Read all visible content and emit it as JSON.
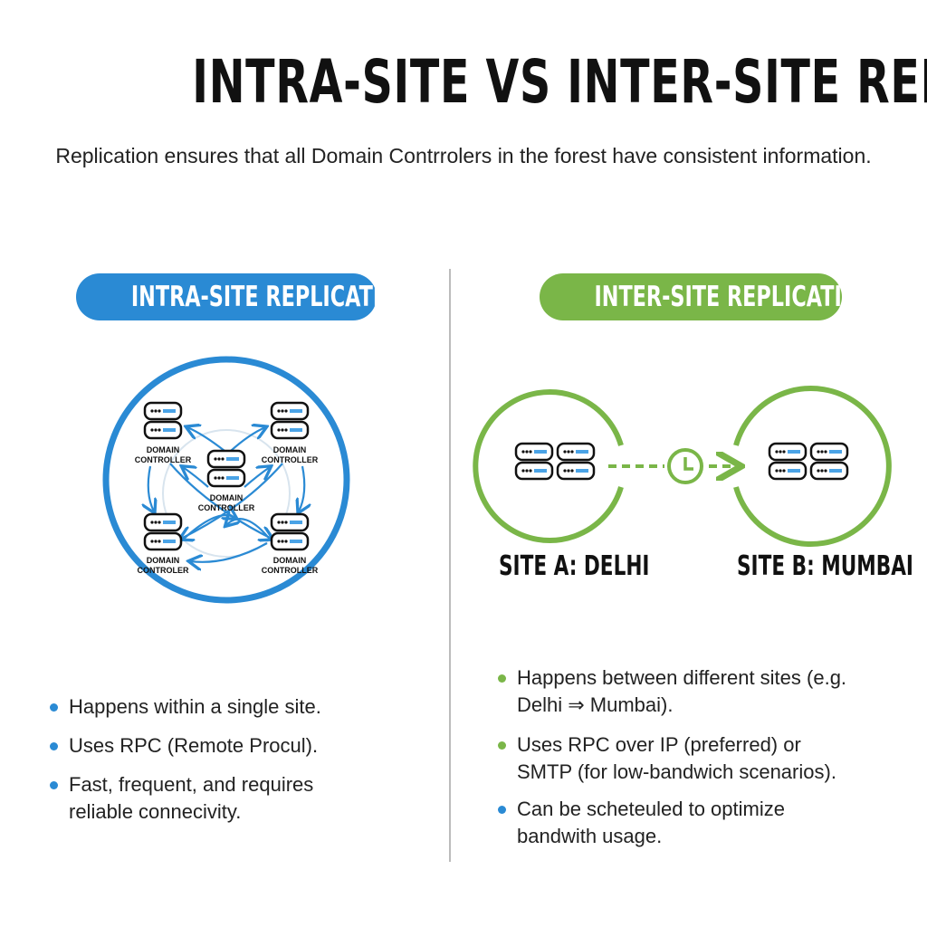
{
  "title": "INTRA-SITE VS INTER-SITE REPLICATION",
  "subtitle": "Replication ensures that all Domain Contrrolers in the forest have consistent information.",
  "colors": {
    "blue": "#2a8ad4",
    "green": "#7ab648",
    "text": "#111111"
  },
  "left": {
    "heading": "INTRA-SITE REPLICATION",
    "nodes": [
      {
        "line1": "DOMAIN",
        "line2": "CONTROLLER"
      },
      {
        "line1": "DOMAIN",
        "line2": "CONTROLLER"
      },
      {
        "line1": "DOMAIN",
        "line2": "CONTROLLER"
      },
      {
        "line1": "DOMAIN",
        "line2": "CONTROLER"
      },
      {
        "line1": "DOMAIN",
        "line2": "CONTROLLER"
      }
    ],
    "bullets": [
      {
        "text": "Happens within a single site.",
        "color": "#2a8ad4"
      },
      {
        "text": "Uses RPC (Remote Procul).",
        "color": "#2a8ad4"
      },
      {
        "text": "Fast, frequent, and requires reliable connecivity.",
        "color": "#2a8ad4"
      }
    ]
  },
  "right": {
    "heading": "INTER-SITE REPLICATION",
    "site_a": "SITE A: DELHI",
    "site_b": "SITE B: MUMBAI",
    "schedule_icon": "clock-icon",
    "bullets": [
      {
        "text": "Happens between different sites (e.g. Delhi ⇒ Mumbai).",
        "color": "#7ab648"
      },
      {
        "text": "Uses RPC over IP (preferred) or SMTP (for low-bandwich scenarios).",
        "color": "#7ab648"
      },
      {
        "text": "Can be scheteuled to optimize bandwith usage.",
        "color": "#2a8ad4"
      }
    ]
  }
}
